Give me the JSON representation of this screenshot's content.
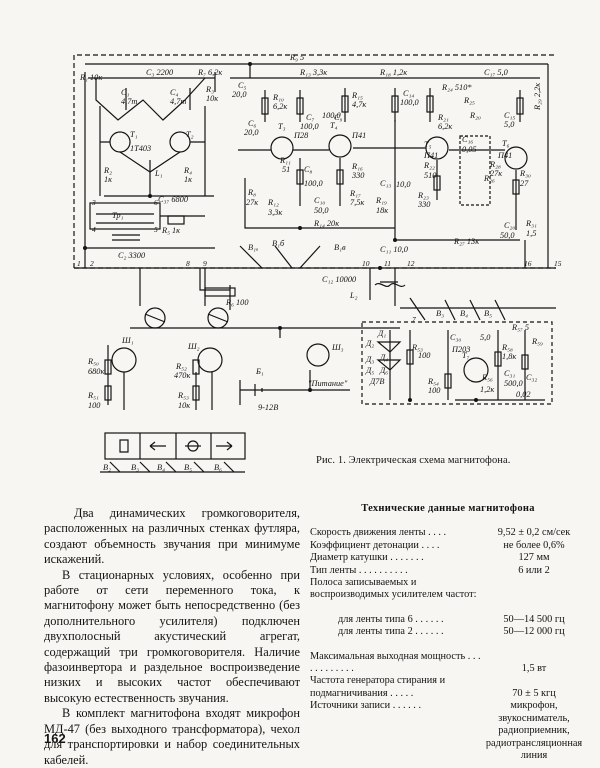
{
  "page_number": "162",
  "figure": {
    "caption": "Рис. 1. Электрическая схема магнитофона.",
    "labels": {
      "r9": "R₉ 5",
      "r1": "R₁ 10к",
      "c3": "C₃ 2200",
      "r7": "R₇ 6,2к",
      "c1": "C₁",
      "c1v": "4,7т",
      "c4": "C₄",
      "c4v": "4,7т",
      "r3": "R₃",
      "r3v": "10к",
      "t1": "T₁",
      "t2": "T₂",
      "t1type": "1Т403",
      "r2": "R₂",
      "r2v": "1к",
      "l1": "L₁",
      "r4": "R₄",
      "r4v": "1к",
      "c37": "C₃₇ 6800",
      "tr1": "Тр₁",
      "r5": "R₅ 1к",
      "c2": "C₂ 3300",
      "c5": "C₅",
      "c5v": "20,0",
      "r13": "R₁₃ 3,3к",
      "r18": "R₁₈ 1,2к",
      "c17": "C₁₇ 5,0",
      "r29": "R₂₉ 2,2к",
      "r10": "R₁₀",
      "r10v": "6,2к",
      "r15": "R₁₅",
      "r15v": "4,7к",
      "c14": "C₁₄",
      "c14v": "100,0",
      "r24": "R₂₄ 510*",
      "r25": "R₂₅",
      "r21": "R₂₁",
      "r21v": "6,2к",
      "c6": "C₆",
      "c6v": "20,0",
      "t3": "T₃",
      "t3type": "П28",
      "t4": "T₄",
      "t4type": "П41",
      "c7": "C₇",
      "c7v": "100,0",
      "c9": "C₉",
      "c9v": "100,0",
      "r20": "R₂₀",
      "c15": "C₁₅",
      "c15v": "5,0",
      "t5": "T₅",
      "t5type": "П41",
      "c16": "C₁₆",
      "c16v": "0,05",
      "t6": "T₆",
      "t6type": "П41",
      "r11": "R₁₁",
      "r11v": "51",
      "r16": "R₁₆",
      "r16v": "330",
      "c8": "C₈",
      "c8v": "100,0",
      "r22": "R₂₂",
      "r22v": "510",
      "r26": "R₂₆",
      "r28": "R₂₈",
      "r28v": "27к",
      "r30": "R₃₀",
      "r30v": "27",
      "r8": "R₈",
      "r8v": "27к",
      "r12": "R₁₂",
      "r12v": "3,3к",
      "c10": "C₁₀",
      "c10v": "50,0",
      "r17": "R₁₇",
      "r17v": "7,5к",
      "c13": "C₁₃",
      "c13v": "10,0",
      "r19": "R₁₉",
      "r19v": "18к",
      "r23": "R₂₃",
      "r23v": "330",
      "c20": "C₂₀",
      "c20v": "50,0",
      "r31": "R₃₁",
      "r31v": "1,5",
      "r14": "R₁₄ 20к",
      "r27": "R₂₇ 13к",
      "b1a": "B₁ₐ",
      "b1b": "B₁б",
      "b1c": "B₁в",
      "c11": "C₁₁ 10,0",
      "c12": "C₁₂ 10000",
      "l2": "L₂",
      "r6": "R₆ 100",
      "r57": "R₅₇ 5",
      "b3": "B₃",
      "b4": "B₄",
      "b5": "B₅",
      "sh1": "Ш₁",
      "sh2": "Ш₂",
      "sh3": "Ш₃",
      "r50": "R₅₀",
      "r50v": "680к",
      "r51": "R₅₁",
      "r51v": "100",
      "r52": "R₅₂",
      "r52v": "470к",
      "r53": "R₅₃",
      "r53v": "10к",
      "b1": "Б₁",
      "b1v": "9-12В",
      "power": "\"Питание\"",
      "d1": "Д₁",
      "d2": "Д₂",
      "d3": "Д₃",
      "d4": "Д₄",
      "d5": "Д₅",
      "d6": "Д₆",
      "d7v": "Д7В",
      "r53b": "R₅₃",
      "r53bv": "100",
      "r54": "R₅₄",
      "r54v": "100",
      "c30": "C₃₀",
      "c30v": "5,0",
      "t7": "Т₇",
      "t7type": "П203",
      "r56": "R₅₆",
      "r56v": "1,2к",
      "r58": "R₅₈",
      "r58v": "1,8к",
      "c31": "C₃₁",
      "c31v": "500,0",
      "c32": "C₃₂",
      "c32v": "0,02",
      "r59": "R₅₉",
      "b2": "B₂",
      "b3s": "B₃",
      "b4s": "B₄",
      "b5s": "B₅",
      "b6s": "B₆",
      "n1": "1",
      "n2": "2",
      "n3": "3",
      "n4": "4",
      "n5": "5",
      "n6": "6",
      "n7": "7",
      "n8": "8",
      "n9": "9",
      "n10": "10",
      "n11": "11",
      "n12": "12",
      "n15": "15",
      "n16": "16"
    }
  },
  "article": {
    "paragraphs": [
      "Два динамических громкоговорителя, расположенных на различных стенках футляра, создают объемность звучания при минимуме искажений.",
      "В стационарных условиях, особенно при работе от сети переменного тока, к магнитофону может быть непосредственно (без дополнительного усилителя) подключен двухполосный акустический агрегат, содержащий три громкоговорителя. Наличие фазоинвертора и раздельное воспроизведение низких и высоких частот обеспечивают высокую естественность звучания.",
      "В комплект магнитофона входят микрофон МД-47 (без выходного трансформатора), чехол для транспортировки и набор соединительных кабелей."
    ]
  },
  "specs": {
    "title": "Технические данные магнитофона",
    "rows": [
      {
        "label": "Скорость движения ленты . . . .",
        "value": "9,52 ± 0,2 см/сек"
      },
      {
        "label": "Коэффициент детонации . . . .",
        "value": "не более 0,6%"
      },
      {
        "label": "Диаметр катушки . . . . . . .",
        "value": "127 мм"
      },
      {
        "label": "Тип ленты . . . . . . . . . .",
        "value": "6 или 2"
      }
    ],
    "band_label": "Полоса записываемых и воспроизводимых усилителем частот:",
    "band_rows": [
      {
        "label": "для ленты типа 6 . . . . . .",
        "value": "50—14 500 гц"
      },
      {
        "label": "для ленты типа 2 . . . . . .",
        "value": "50—12 000 гц"
      }
    ],
    "power_label": "Максимальная выходная мощность . . . . . . . . . . . .",
    "power_value": "1,5 вт",
    "gen_label": "Частота генератора стирания и подмагничивания . . . . .",
    "gen_value": "70 ± 5 кгц",
    "src_label": "Источники записи . . . . . .",
    "src_value": "микрофон, звукосниматель, радиоприемник, радиотрансляционная линия"
  }
}
